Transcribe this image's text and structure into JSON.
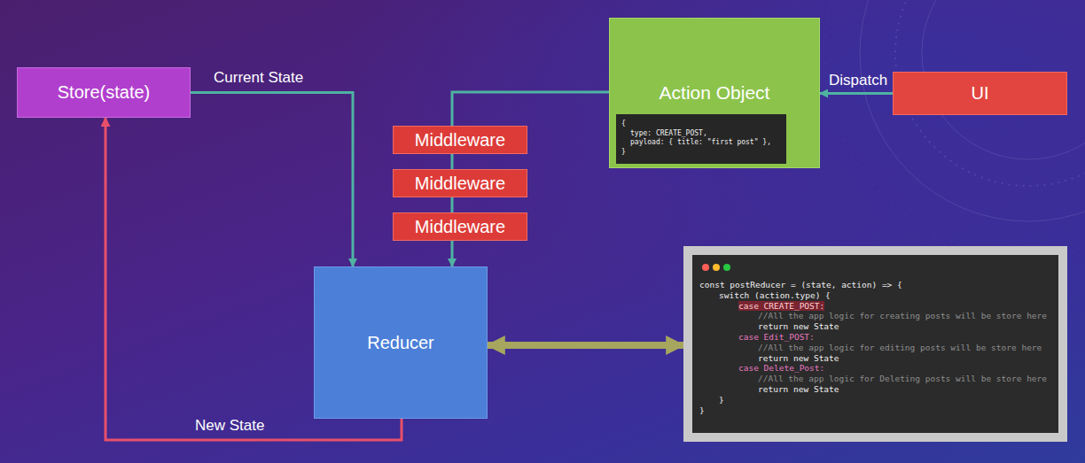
{
  "diagram": {
    "nodes": [
      {
        "text": [
          "Store(state)"
        ]
      },
      {
        "text": [
          "Action Object"
        ]
      },
      {
        "text": [
          "{",
          "type: CREATE_POST,",
          "payload: { title: \"first post\" },",
          "}"
        ],
        "in": 1
      },
      {
        "text": [
          "UI"
        ]
      },
      {
        "text": [
          "Middleware"
        ]
      },
      {
        "text": [
          "Middleware"
        ]
      },
      {
        "text": [
          "Middleware"
        ]
      },
      {
        "text": [
          "Reducer"
        ]
      },
      {
        "text": [
          "const postReducer = (state, action) => {",
          "switch (action.type) {",
          "case CREATE_POST:",
          "//All the app logic for creating posts will be store here",
          "return new State",
          "case Edit_POST:",
          "//All the app logic for editing posts will be store here",
          "return new State",
          "case Delete_Post:",
          "//All the app logic for Deleting posts will be store here",
          "return new State",
          "}",
          "}"
        ]
      }
    ],
    "edges": [
      {
        "from": 3,
        "to": 1,
        "label": "Dispatch",
        "arrow": "to"
      },
      {
        "from": 0,
        "to": 7,
        "label": "Current State",
        "arrow": "to"
      },
      {
        "from": 1,
        "to": 4,
        "arrow": "none"
      },
      {
        "from": 4,
        "to": 5,
        "arrow": "none"
      },
      {
        "from": 5,
        "to": 6,
        "arrow": "none"
      },
      {
        "from": 6,
        "to": 7,
        "arrow": "to"
      },
      {
        "from": 7,
        "to": 0,
        "label": "New State",
        "arrow": "to"
      },
      {
        "from": 7,
        "to": 8,
        "arrow": "both"
      }
    ]
  }
}
